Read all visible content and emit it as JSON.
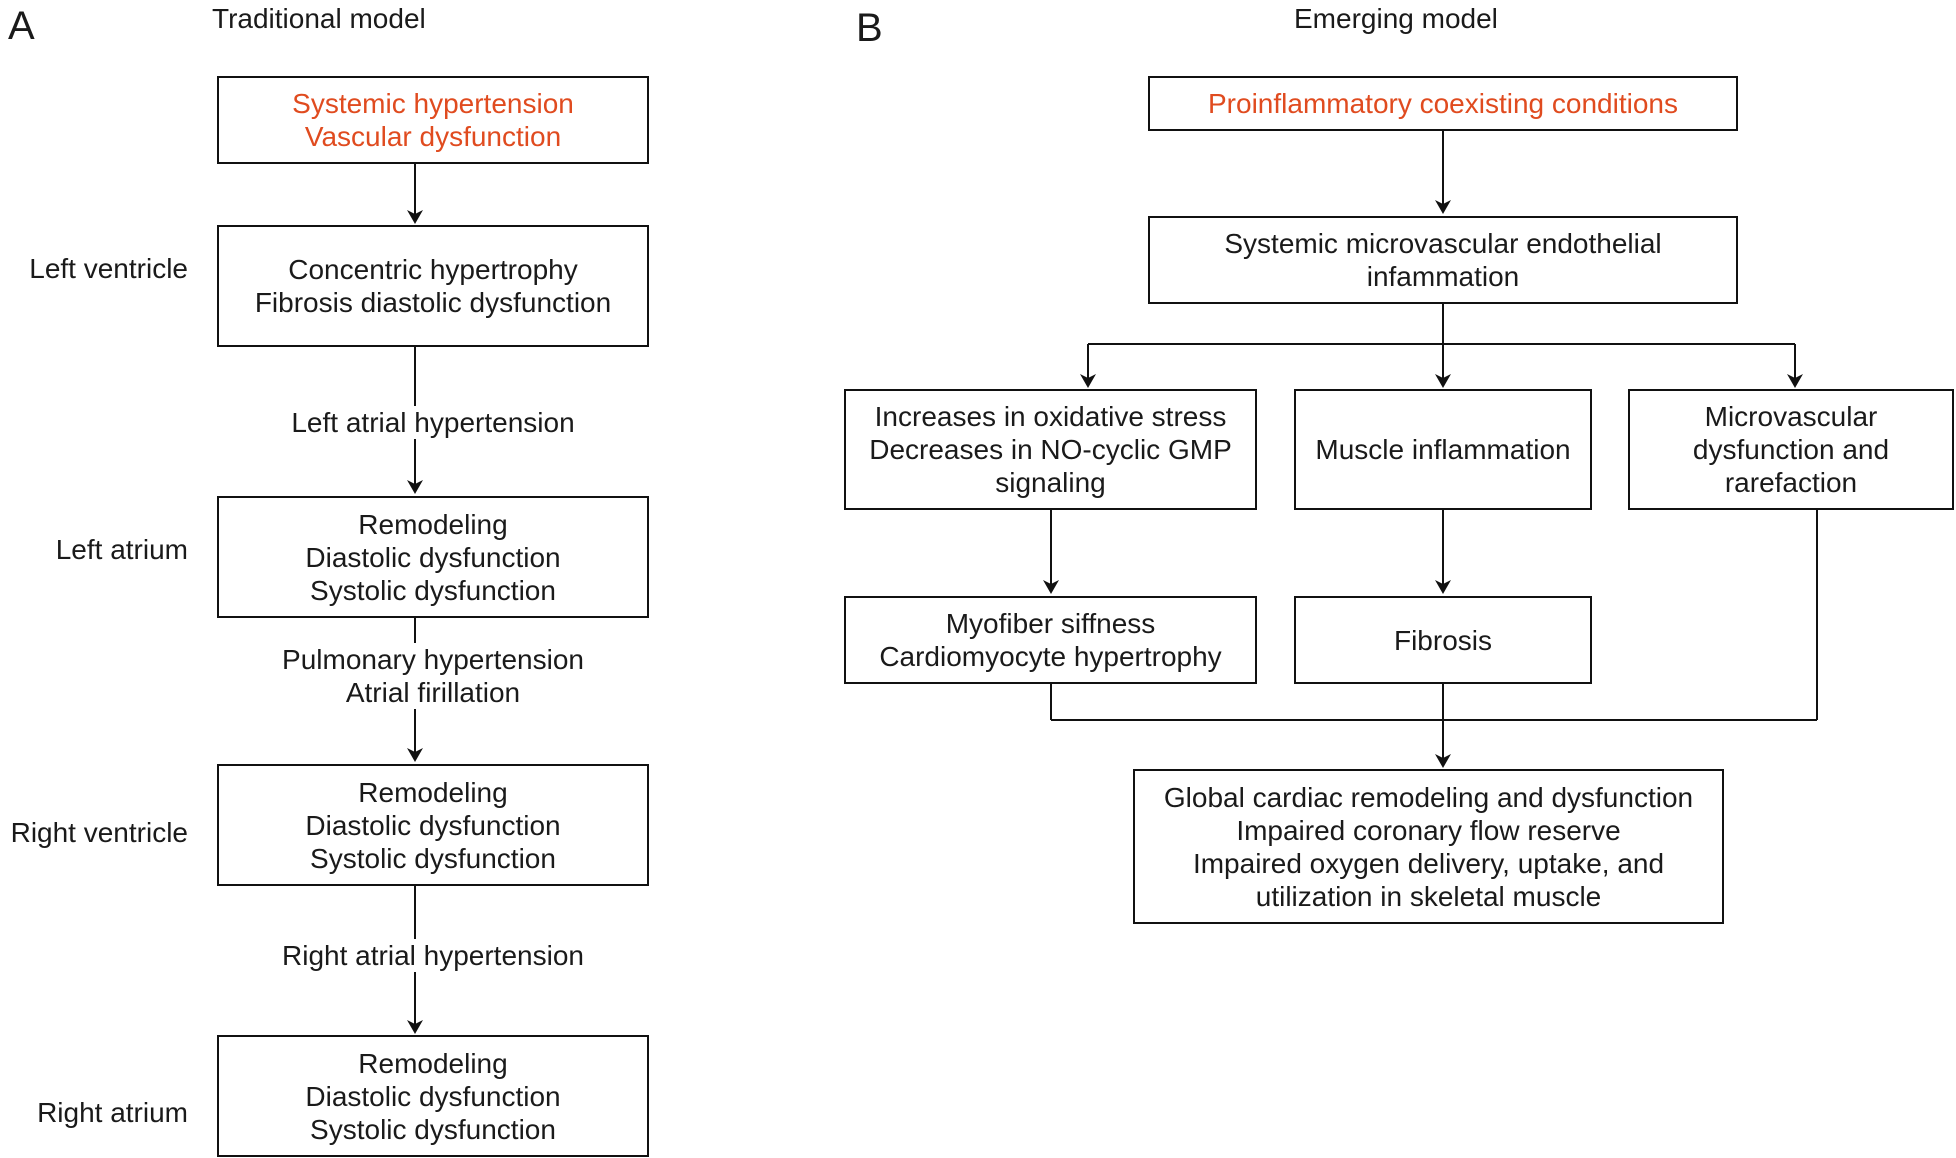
{
  "panel_a": {
    "letter": "A",
    "title": "Traditional model",
    "boxes": [
      {
        "lines": [
          "Systemic hypertension",
          "Vascular dysfunction"
        ],
        "color": "#e04b1f"
      },
      {
        "lines": [
          "Concentric hypertrophy",
          "Fibrosis diastolic dysfunction"
        ]
      },
      {
        "lines": [
          "Remodeling",
          "Diastolic dysfunction",
          "Systolic dysfunction"
        ]
      },
      {
        "lines": [
          "Remodeling",
          "Diastolic dysfunction",
          "Systolic dysfunction"
        ]
      },
      {
        "lines": [
          "Remodeling",
          "Diastolic dysfunction",
          "Systolic dysfunction"
        ]
      }
    ],
    "side_labels": [
      "Left ventricle",
      "Left atrium",
      "Right ventricle",
      "Right atrium"
    ],
    "connector_labels": [
      [
        "Left atrial hypertension"
      ],
      [
        "Pulmonary hypertension",
        "Atrial firillation"
      ],
      [
        "Right atrial hypertension"
      ]
    ]
  },
  "panel_b": {
    "letter": "B",
    "title": "Emerging model",
    "boxes": {
      "top": {
        "lines": [
          "Proinflammatory coexisting conditions"
        ],
        "color": "#e04b1f"
      },
      "inflammation": {
        "lines": [
          "Systemic microvascular endothelial",
          "infammation"
        ]
      },
      "oxidative": {
        "lines": [
          "Increases in oxidative stress",
          "Decreases in NO-cyclic GMP",
          "signaling"
        ]
      },
      "muscle": {
        "lines": [
          "Muscle inflammation"
        ]
      },
      "microvascular": {
        "lines": [
          "Microvascular",
          "dysfunction and",
          "rarefaction"
        ]
      },
      "myofiber": {
        "lines": [
          "Myofiber siffness",
          "Cardiomyocyte hypertrophy"
        ]
      },
      "fibrosis": {
        "lines": [
          "Fibrosis"
        ]
      },
      "global": {
        "lines": [
          "Global cardiac remodeling and dysfunction",
          "Impaired coronary flow reserve",
          "Impaired oxygen delivery, uptake, and",
          "utilization in skeletal muscle"
        ]
      }
    }
  }
}
